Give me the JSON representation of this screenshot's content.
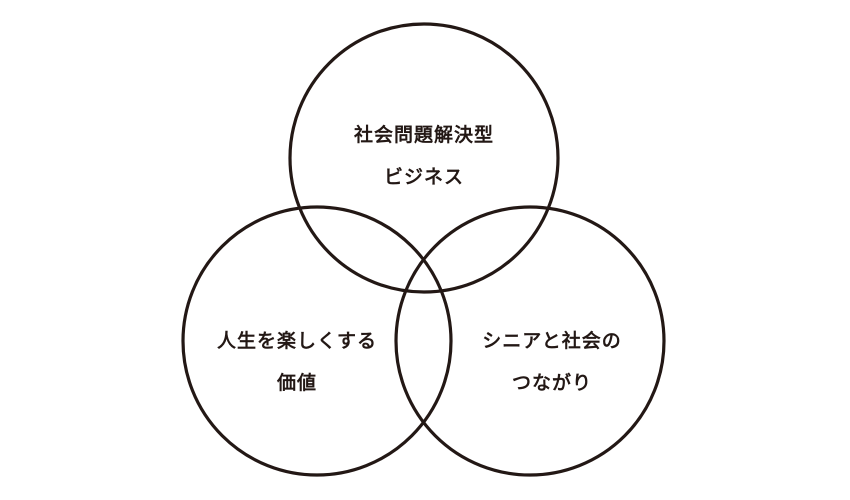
{
  "diagram": {
    "type": "venn",
    "stroke_color": "#231815",
    "text_color": "#231815",
    "circles": [
      {
        "id": "top",
        "lines": [
          "社会問題解決型",
          "ビジネス"
        ]
      },
      {
        "id": "left",
        "lines": [
          "人生を楽しくする",
          "価値"
        ]
      },
      {
        "id": "right",
        "lines": [
          "シニアと社会の",
          "つながり"
        ]
      }
    ]
  }
}
